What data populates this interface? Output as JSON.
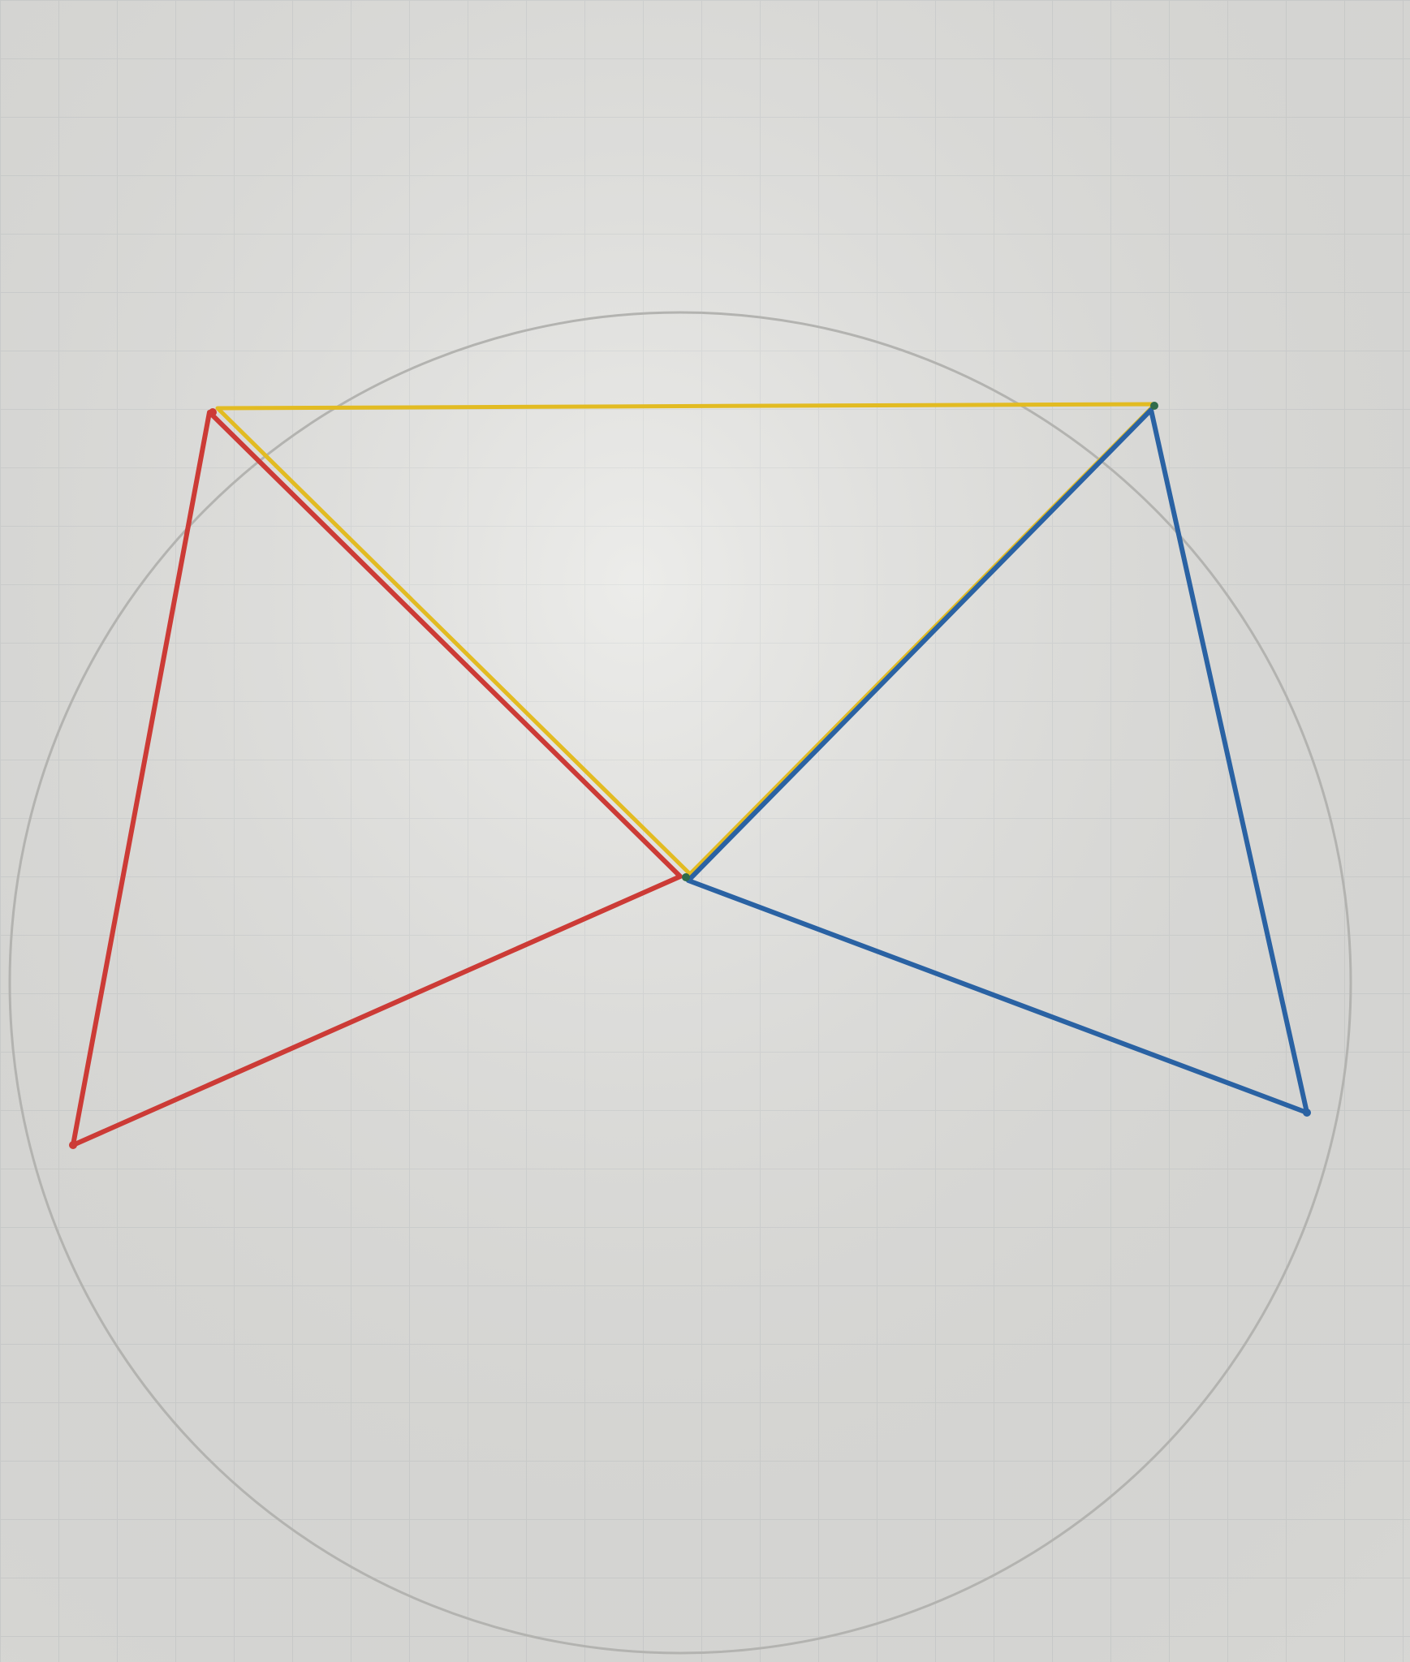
{
  "paper": {
    "background": "#e6e6e3",
    "grid_color": "#d7d9d8"
  },
  "circle": {
    "stroke": "#b3b3b0"
  },
  "triangles": [
    {
      "name": "red-triangle",
      "color": "#cc3b36"
    },
    {
      "name": "yellow-triangle",
      "color": "#e2bb22"
    },
    {
      "name": "blue-triangle",
      "color": "#2a62a3"
    }
  ]
}
